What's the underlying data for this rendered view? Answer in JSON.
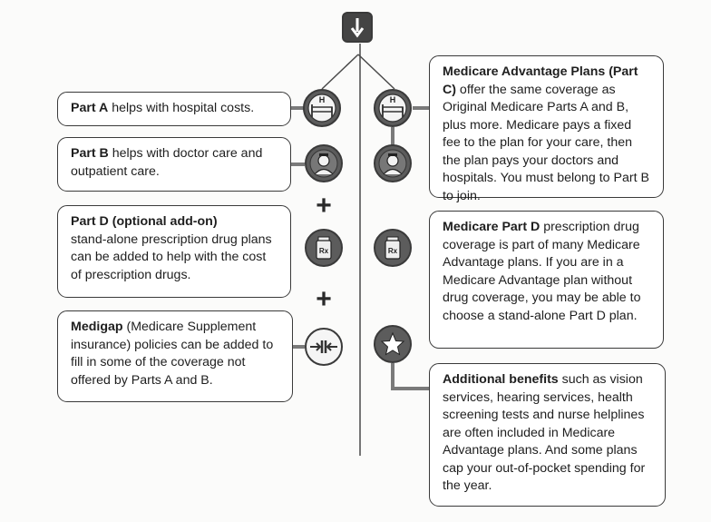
{
  "left": {
    "part_a": {
      "title": "Part A",
      "text": " helps with hospital costs."
    },
    "part_b": {
      "title": "Part B",
      "text": " helps with doctor care and outpatient care."
    },
    "part_d": {
      "title": "Part D (optional add-on)",
      "text": "stand-alone prescription drug plans can be added to help with the cost of prescription drugs."
    },
    "medigap": {
      "title": "Medigap",
      "text": " (Medicare Supplement insurance) policies can be added to fill in some of the coverage not offered by Parts A and B."
    }
  },
  "right": {
    "advantage": {
      "title": "Medicare Advantage Plans (Part C)",
      "text": " offer the same coverage as Original Medicare Parts A and B, plus more. Medicare pays a fixed fee to the plan for your care, then the plan pays your doctors and hospitals. You must belong to Part B to join."
    },
    "part_d": {
      "title": "Medicare Part D",
      "text": " prescription drug coverage is part of many Medicare Advantage plans. If you are in a Medicare Advantage plan without drug coverage, you may be able to choose a stand-alone Part D plan."
    },
    "benefits": {
      "title": "Additional benefits",
      "text": " such as vision services, hearing services, health screening tests and nurse helplines are often included in Medicare Advantage plans. And some plans cap your out-of-pocket spending for the year."
    }
  },
  "plus_signs": [
    "+",
    "+"
  ],
  "icons": [
    "down-arrow-icon",
    "hospital-bed-icon",
    "doctor-icon",
    "prescription-bottle-icon",
    "medigap-connector-icon",
    "star-icon"
  ],
  "colors": {
    "icon_fill": "#5c5c5c",
    "border": "#3a3a3a",
    "connector": "#7a7a7a"
  }
}
